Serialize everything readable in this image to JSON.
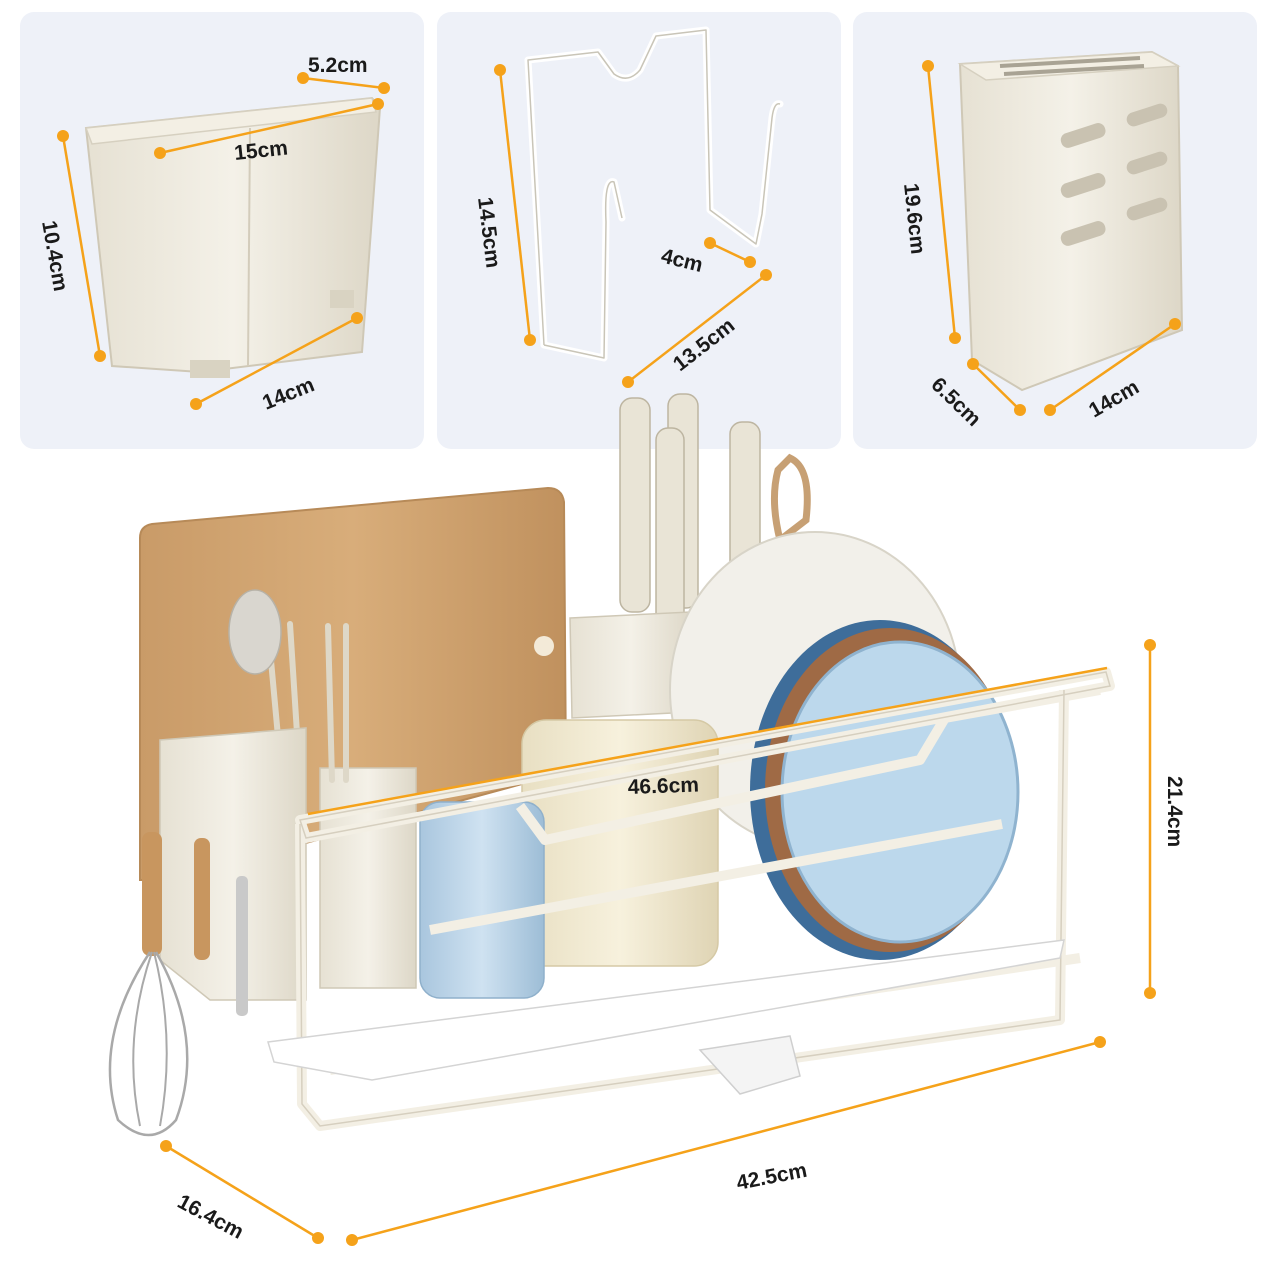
{
  "accent_color": "#f5a21a",
  "panels": [
    {
      "name": "utensil-holder",
      "dimensions": {
        "depth": "5.2cm",
        "length": "15cm",
        "height": "10.4cm",
        "width": "14cm"
      }
    },
    {
      "name": "cutting-board-hook",
      "dimensions": {
        "height": "14.5cm",
        "hook": "4cm",
        "width": "13.5cm"
      }
    },
    {
      "name": "knife-block",
      "dimensions": {
        "height": "19.6cm",
        "depth": "6.5cm",
        "width": "14cm"
      }
    }
  ],
  "main_rack": {
    "dimensions": {
      "top_length": "46.6cm",
      "height": "21.4cm",
      "length": "42.5cm",
      "depth": "16.4cm"
    }
  }
}
